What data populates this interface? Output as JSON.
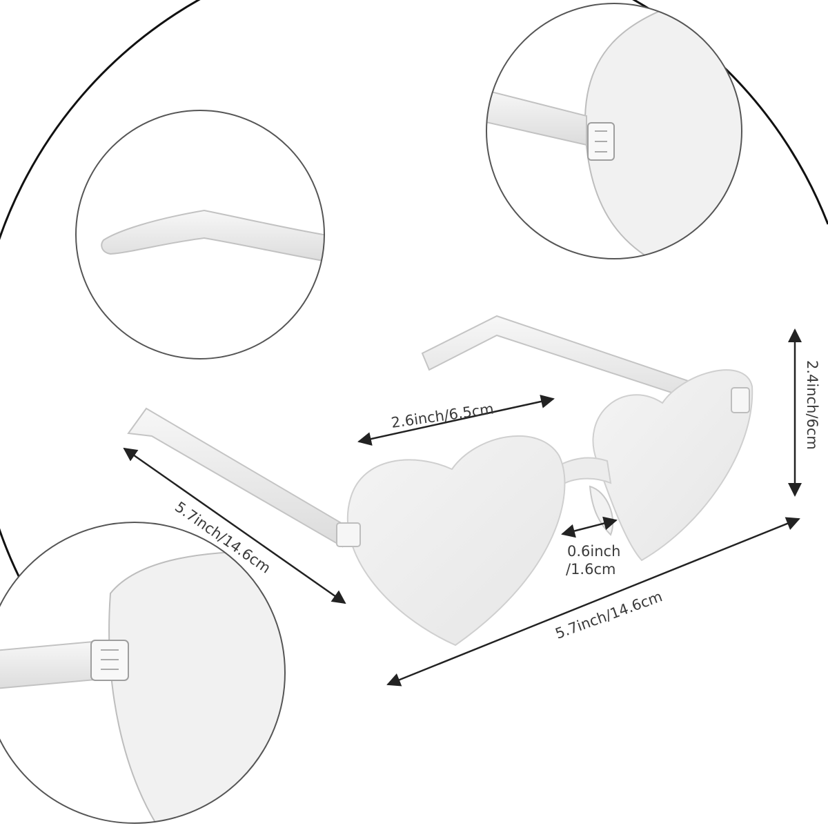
{
  "product": {
    "name": "heart-shaped rimless sunglasses",
    "lens_color": "#eeeeee",
    "frame_color": "#d4d4d4"
  },
  "dimensions": {
    "lens_width": "2.6inch/6.5cm",
    "frame_height": "2.4inch/6cm",
    "temple_length": "5.7inch/14.6cm",
    "bridge_line1": "0.6inch",
    "bridge_line2": "/1.6cm",
    "total_width": "5.7inch/14.6cm"
  },
  "detail_callouts": [
    {
      "id": "temple-tip",
      "subject": "temple arm tip"
    },
    {
      "id": "hinge-top",
      "subject": "hinge and lens edge"
    },
    {
      "id": "hinge-bottom",
      "subject": "hinge and lens edge"
    }
  ],
  "colors": {
    "background": "#ffffff",
    "arc": "#111111",
    "circle_border": "#555555",
    "dimension_line": "#222222",
    "label": "#3a3a3a"
  }
}
